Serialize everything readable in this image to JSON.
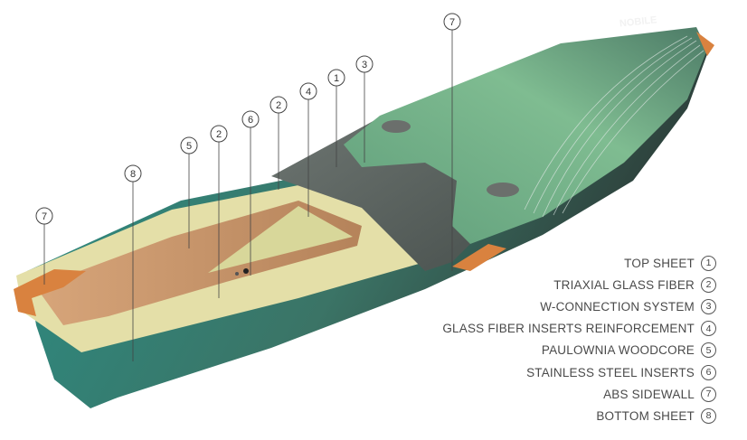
{
  "brand": "NOBILE",
  "legend": [
    {
      "label": "TOP SHEET",
      "num": "1"
    },
    {
      "label": "TRIAXIAL GLASS FIBER",
      "num": "2"
    },
    {
      "label": "W-CONNECTION SYSTEM",
      "num": "3"
    },
    {
      "label": "GLASS FIBER INSERTS REINFORCEMENT",
      "num": "4"
    },
    {
      "label": "PAULOWNIA WOODCORE",
      "num": "5"
    },
    {
      "label": "STAINLESS STEEL INSERTS",
      "num": "6"
    },
    {
      "label": "ABS SIDEWALL",
      "num": "7"
    },
    {
      "label": "BOTTOM SHEET",
      "num": "8"
    }
  ],
  "callouts": [
    {
      "num": "7"
    },
    {
      "num": "3"
    },
    {
      "num": "1"
    },
    {
      "num": "4"
    },
    {
      "num": "2"
    },
    {
      "num": "6"
    },
    {
      "num": "5"
    },
    {
      "num": "2"
    },
    {
      "num": "8"
    },
    {
      "num": "7"
    }
  ],
  "colors": {
    "bottom_sheet": "#2f7d72",
    "glass_fiber": "#e3dfa9",
    "woodcore": "#c99466",
    "top_sheet_green": "#6fae86",
    "carbon": "#5d6562",
    "sidewall": "#d9823f"
  }
}
